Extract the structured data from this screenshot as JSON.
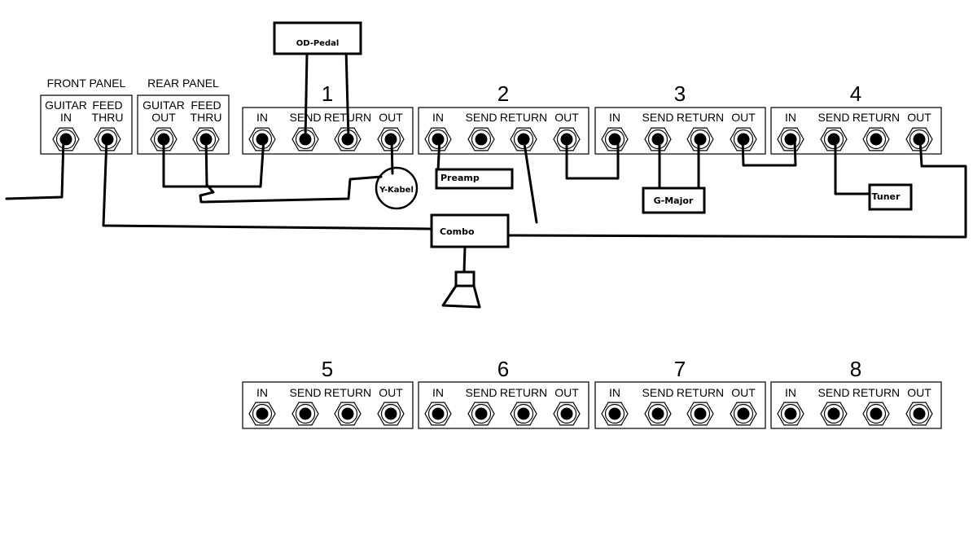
{
  "panels": {
    "front": {
      "title": "FRONT PANEL",
      "jacks": [
        [
          "GUITAR",
          "IN"
        ],
        [
          "FEED",
          "THRU"
        ]
      ]
    },
    "rear": {
      "title": "REAR PANEL",
      "jacks": [
        [
          "GUITAR",
          "OUT"
        ],
        [
          "FEED",
          "THRU"
        ]
      ]
    }
  },
  "loops": [
    {
      "number": "1",
      "jacks": [
        "IN",
        "SEND",
        "RETURN",
        "OUT"
      ]
    },
    {
      "number": "2",
      "jacks": [
        "IN",
        "SEND",
        "RETURN",
        "OUT"
      ]
    },
    {
      "number": "3",
      "jacks": [
        "IN",
        "SEND",
        "RETURN",
        "OUT"
      ]
    },
    {
      "number": "4",
      "jacks": [
        "IN",
        "SEND",
        "RETURN",
        "OUT"
      ]
    },
    {
      "number": "5",
      "jacks": [
        "IN",
        "SEND",
        "RETURN",
        "OUT"
      ]
    },
    {
      "number": "6",
      "jacks": [
        "IN",
        "SEND",
        "RETURN",
        "OUT"
      ]
    },
    {
      "number": "7",
      "jacks": [
        "IN",
        "SEND",
        "RETURN",
        "OUT"
      ]
    },
    {
      "number": "8",
      "jacks": [
        "IN",
        "SEND",
        "RETURN",
        "OUT"
      ]
    }
  ],
  "devices": {
    "od_pedal": "OD-Pedal",
    "preamp": "Preamp",
    "y_kabel": "Y-Kabel",
    "g_major": "G-Major",
    "tuner": "Tuner",
    "combo": "Combo"
  },
  "icons": {
    "speaker": "speaker-icon"
  }
}
